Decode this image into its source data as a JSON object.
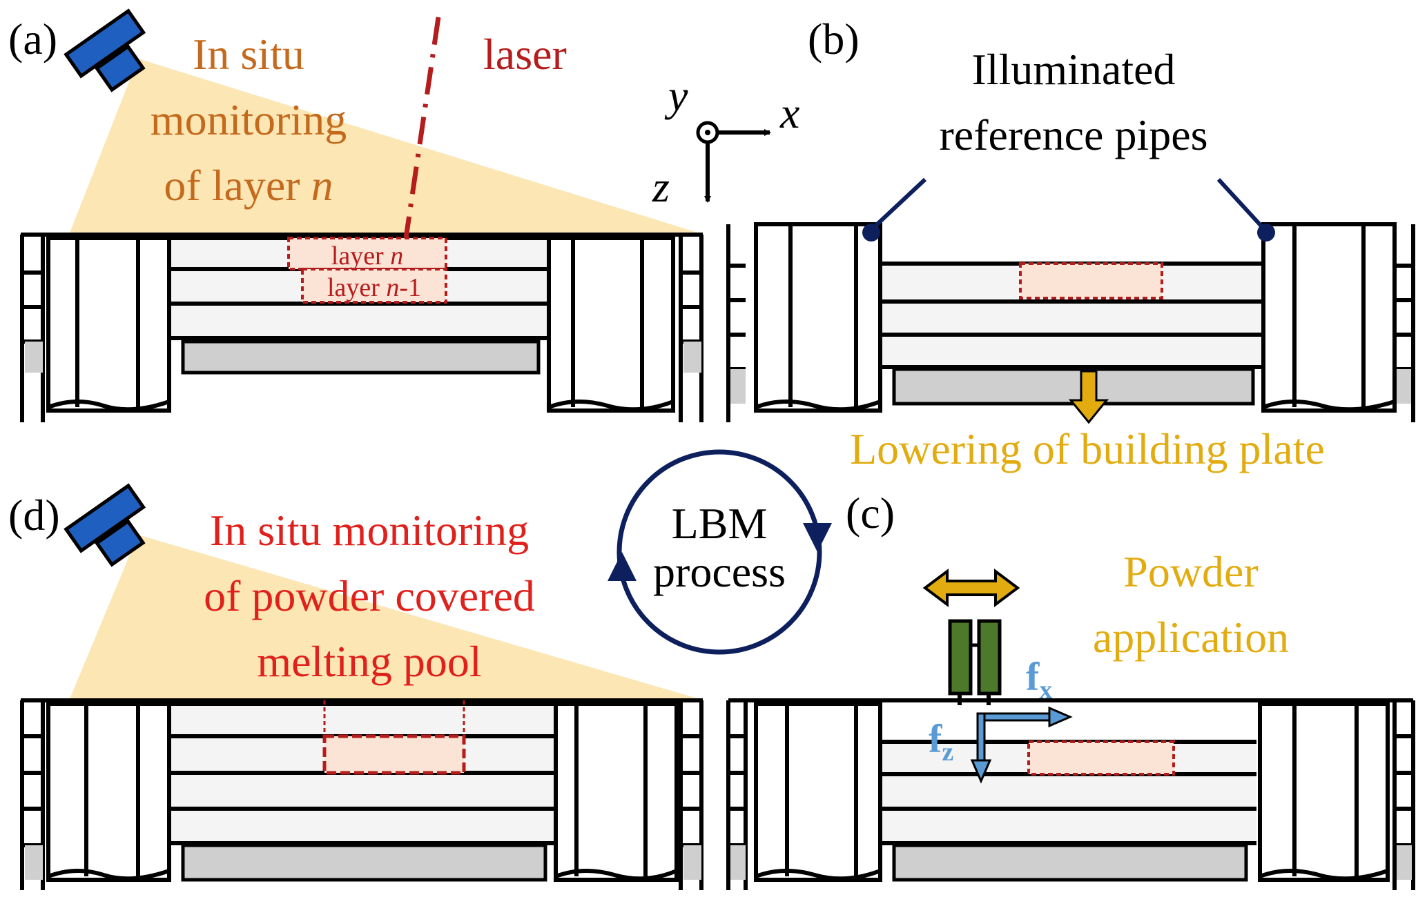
{
  "panels": {
    "a": {
      "label": "(a)",
      "caption_line1": "In situ",
      "caption_line2": "monitoring",
      "caption_line3_prefix": "of layer ",
      "caption_line3_var": "n",
      "laser_label": "laser",
      "layer_n_prefix": "layer ",
      "layer_n_var": "n",
      "layer_n1_prefix": "layer ",
      "layer_n1_var": "n",
      "layer_n1_suffix": "-1"
    },
    "b": {
      "label": "(b)",
      "pipes_line1": "Illuminated",
      "pipes_line2": "reference pipes",
      "lowering_label": "Lowering of building plate"
    },
    "c": {
      "label": "(c)",
      "caption_line1": "Powder",
      "caption_line2": "application",
      "force_x": "f",
      "force_x_sub": "x",
      "force_z": "f",
      "force_z_sub": "z"
    },
    "d": {
      "label": "(d)",
      "caption_line1": "In situ monitoring",
      "caption_line2": "of powder covered",
      "caption_line3": "melting pool"
    }
  },
  "axes": {
    "x": "x",
    "y": "y",
    "z": "z"
  },
  "cycle": {
    "line1": "LBM",
    "line2": "process"
  },
  "colors": {
    "camera": "#1f5fbf",
    "fov": "#fbe6b4",
    "caption_a": "#c46a1e",
    "laser": "#b51c1c",
    "gold": "#e2ac10",
    "red": "#e0201b",
    "navy": "#0d1f5c",
    "force": "#5b9bd5",
    "recoater": "#4d7a2a",
    "plate": "#cfcfcf",
    "layer": "#f4f4f4",
    "part": "#fbe3d6"
  }
}
